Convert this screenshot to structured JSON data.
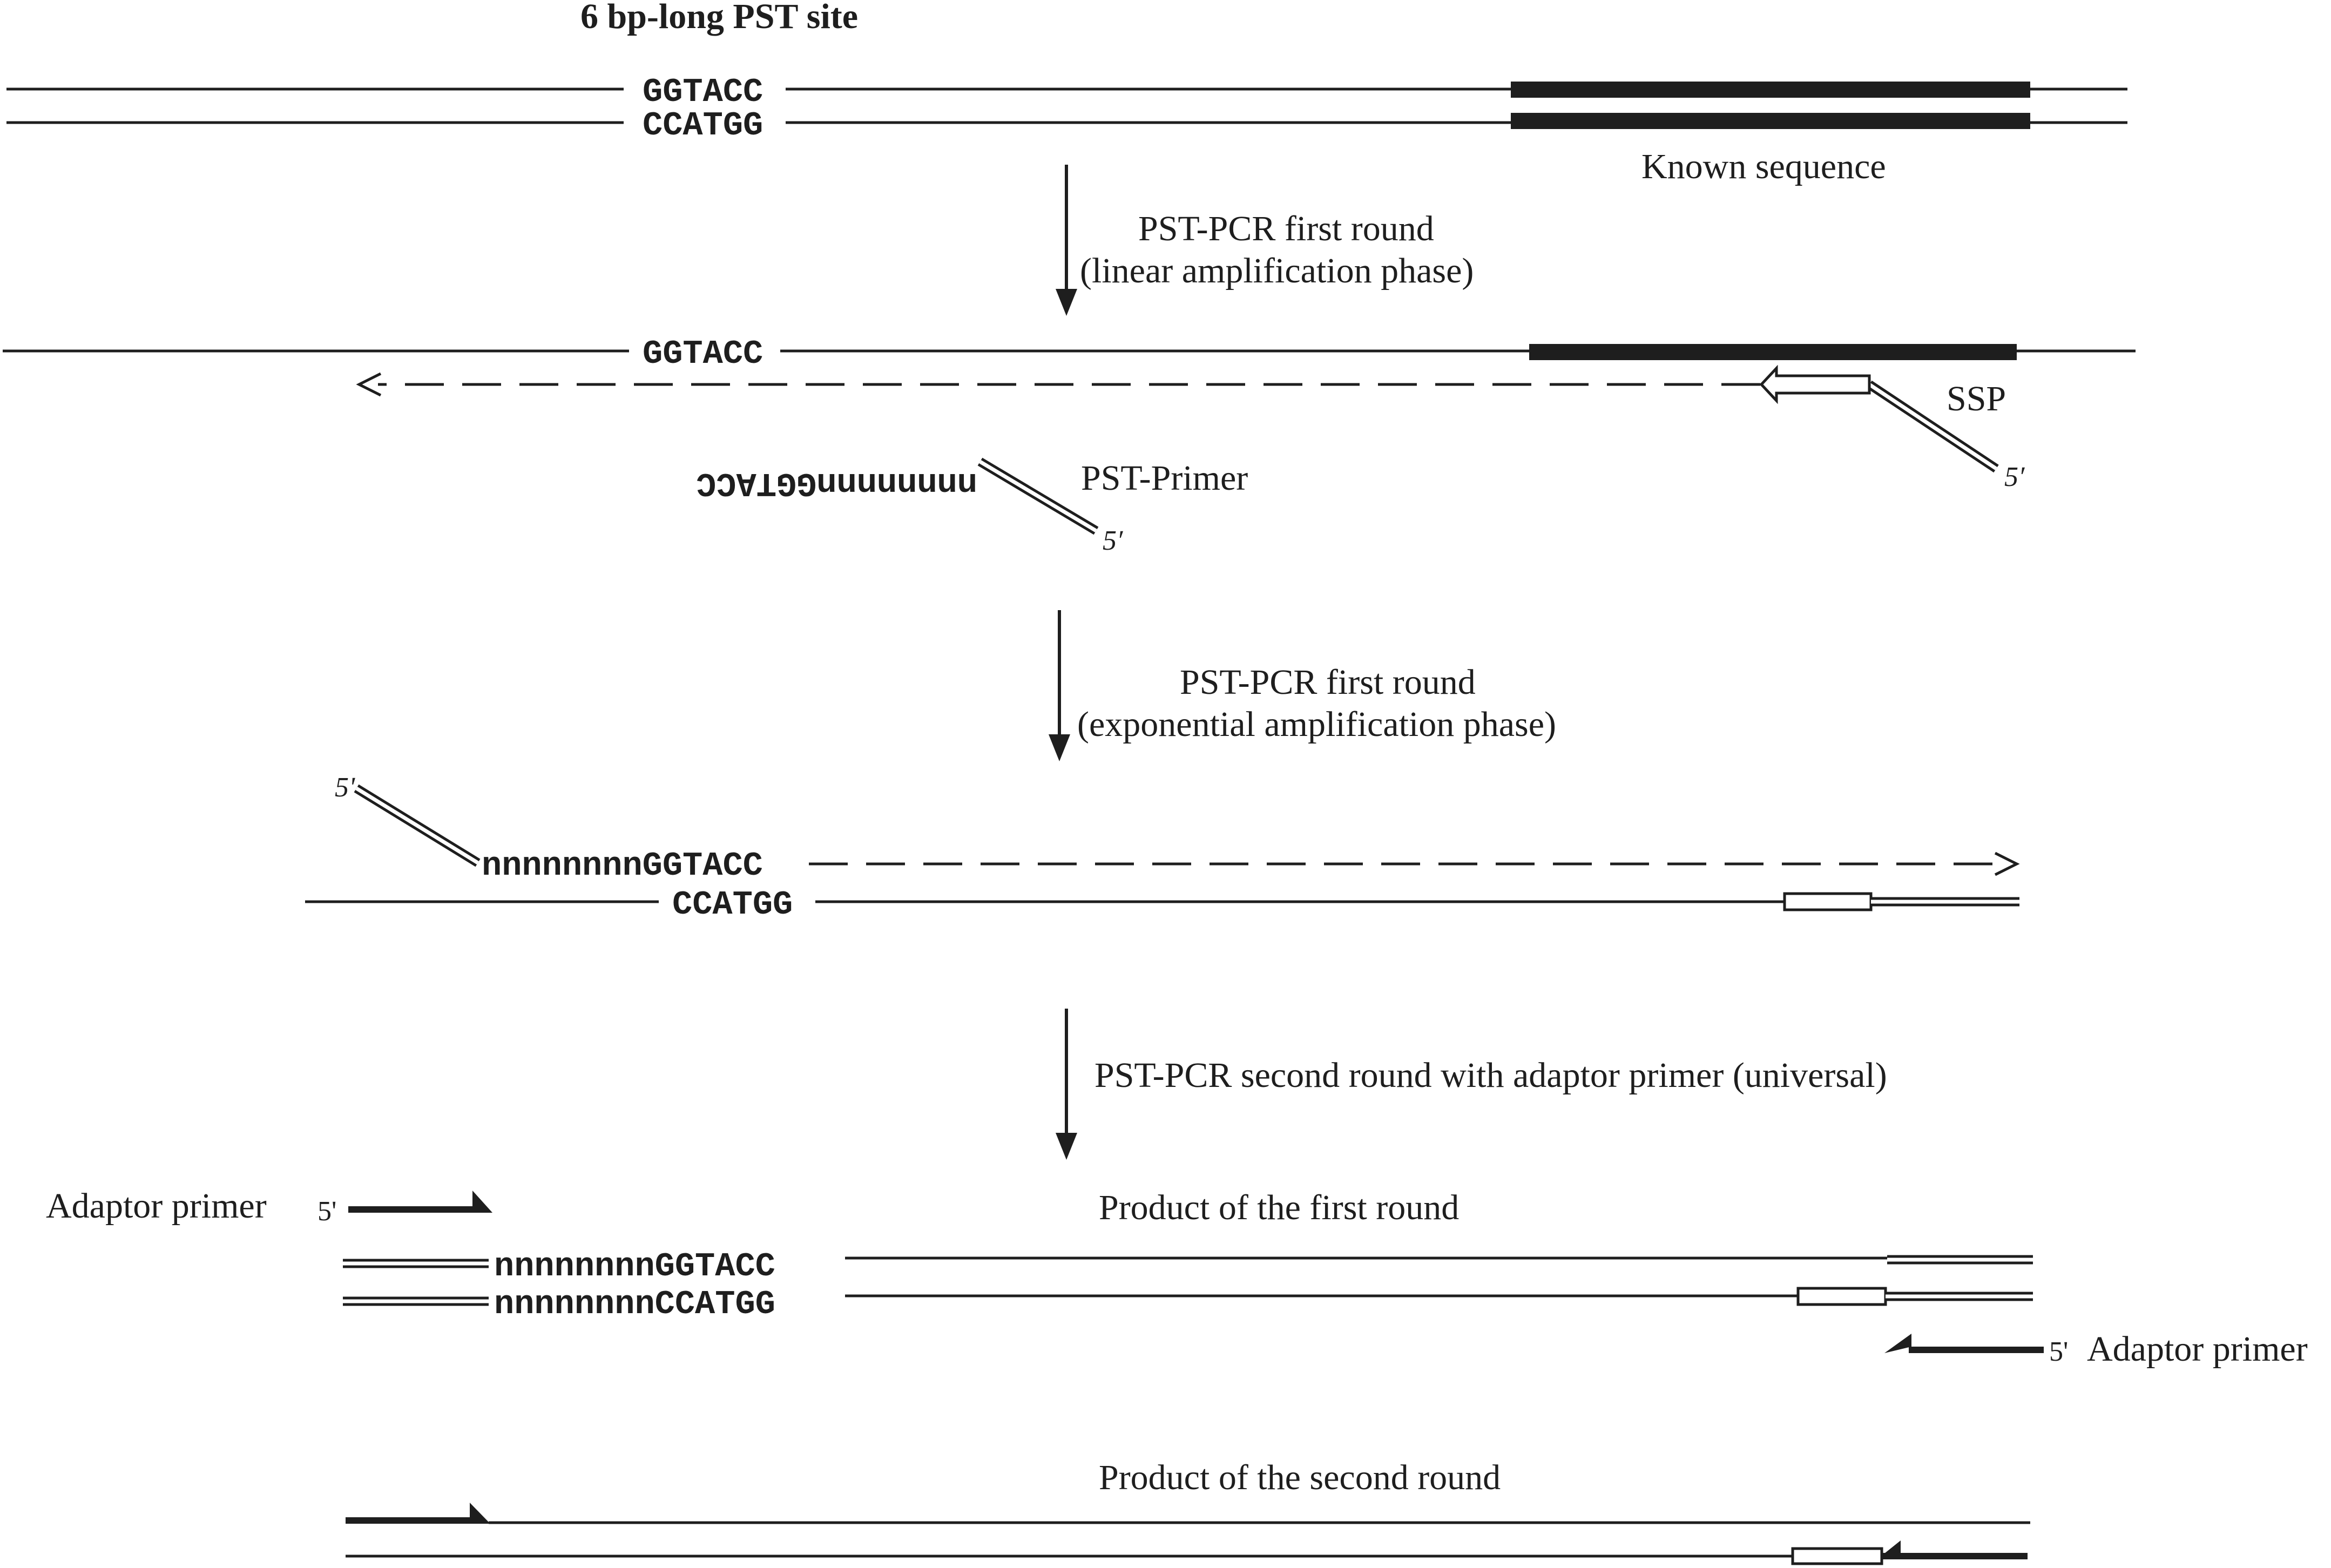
{
  "title": "6 bp-long PST site",
  "sequences": {
    "site_top": "GGTACC",
    "site_bottom": "CCATGG",
    "pst_primer_seq": "nnnnnnnnGGTACC",
    "ext_top": "nnnnnnnnGGTACC",
    "prod_top": "nnnnnnnnGGTACC",
    "prod_bottom": "nnnnnnnnCCATGG"
  },
  "labels": {
    "known_sequence": "Known sequence",
    "step1_line1": "PST-PCR first round",
    "step1_line2": "(linear amplification phase)",
    "ssp": "SSP",
    "pst_primer": "PST-Primer",
    "step2_line1": "PST-PCR first round",
    "step2_line2": "(exponential amplification phase)",
    "step3": "PST-PCR second round with adaptor primer (universal)",
    "adaptor_primer_left": "Adaptor primer",
    "adaptor_primer_right": "Adaptor primer",
    "product_first": "Product of the first round",
    "product_second": "Product of the second round",
    "five_prime": "5'",
    "five_prime_italic": "5′"
  }
}
